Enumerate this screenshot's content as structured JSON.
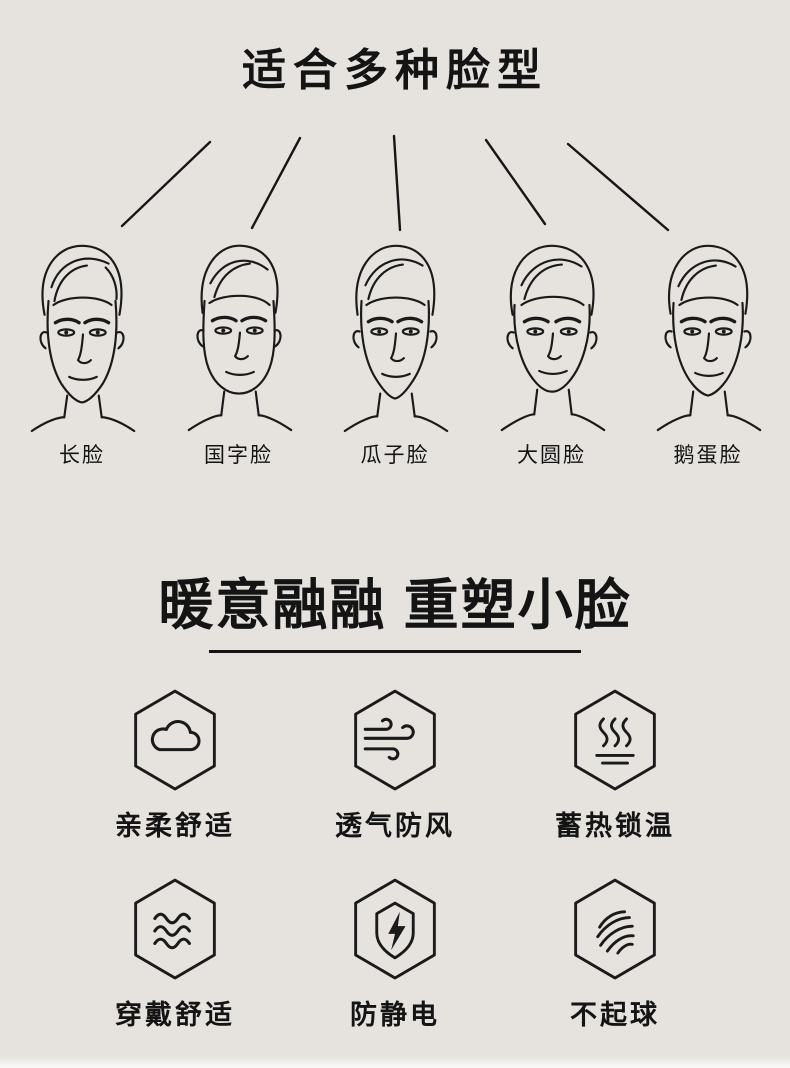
{
  "page": {
    "background": "#e6e3de",
    "ink": "#141414"
  },
  "header": {
    "title": "适合多种脸型"
  },
  "faces": {
    "items": [
      {
        "label": "长脸",
        "icon": "face-long-illustration"
      },
      {
        "label": "国字脸",
        "icon": "face-square-illustration"
      },
      {
        "label": "瓜子脸",
        "icon": "face-oval-illustration"
      },
      {
        "label": "大圆脸",
        "icon": "face-round-illustration"
      },
      {
        "label": "鹅蛋脸",
        "icon": "face-egg-illustration"
      }
    ]
  },
  "slogan": {
    "title": "暖意融融 重塑小脸"
  },
  "features": {
    "items": [
      {
        "label": "亲柔舒适",
        "icon": "cloud-icon"
      },
      {
        "label": "透气防风",
        "icon": "wind-icon"
      },
      {
        "label": "蓄热锁温",
        "icon": "heat-icon"
      },
      {
        "label": "穿戴舒适",
        "icon": "waves-icon"
      },
      {
        "label": "防静电",
        "icon": "lightning-shield-icon"
      },
      {
        "label": "不起球",
        "icon": "fabric-texture-icon"
      }
    ]
  }
}
